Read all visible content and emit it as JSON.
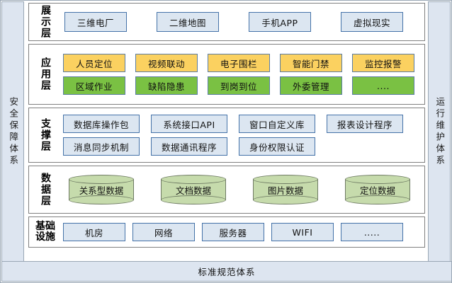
{
  "rails": {
    "left": "安全保障体系",
    "right": "运行维护体系"
  },
  "footer": {
    "label": "标准规范体系"
  },
  "layers": [
    {
      "id": "presentation",
      "label": "展示层",
      "rows": [
        {
          "style": "blue",
          "items": [
            "三维电厂",
            "二维地图",
            "手机APP",
            "虚拟现实"
          ]
        }
      ]
    },
    {
      "id": "application",
      "label": "应用层",
      "rows": [
        {
          "style": "orange",
          "items": [
            "人员定位",
            "视频联动",
            "电子围栏",
            "智能门禁",
            "监控报警"
          ]
        },
        {
          "style": "green",
          "items": [
            "区域作业",
            "缺陷隐患",
            "到岗到位",
            "外委管理",
            "...."
          ]
        }
      ]
    },
    {
      "id": "support",
      "label": "支撑层",
      "rows": [
        {
          "style": "blue",
          "items": [
            "数据库操作包",
            "系统接口API",
            "窗口自定义库",
            "报表设计程序"
          ]
        },
        {
          "style": "blue",
          "items": [
            "消息同步机制",
            "数据通讯程序",
            "身份权限认证"
          ]
        }
      ]
    },
    {
      "id": "data",
      "label": "数据层",
      "rows": [
        {
          "style": "cylinder",
          "items": [
            "关系型数据",
            "文档数据",
            "图片数据",
            "定位数据"
          ]
        }
      ]
    },
    {
      "id": "infrastructure",
      "label": "基础设施",
      "rows": [
        {
          "style": "blue",
          "items": [
            "机房",
            "网络",
            "服务器",
            "WIFI",
            "....."
          ]
        }
      ]
    }
  ],
  "colors": {
    "rail_fill": "#dde5f0",
    "rail_border": "#9aa7b5",
    "box_blue_fill": "#dce6f1",
    "box_blue_border": "#4472a8",
    "box_orange_fill": "#fbd160",
    "box_green_fill": "#7ac143",
    "box_warm_border": "#5b7da3",
    "cylinder_fill": "#c6dbac",
    "cylinder_border": "#6e7a63",
    "layer_border": "#808080"
  }
}
